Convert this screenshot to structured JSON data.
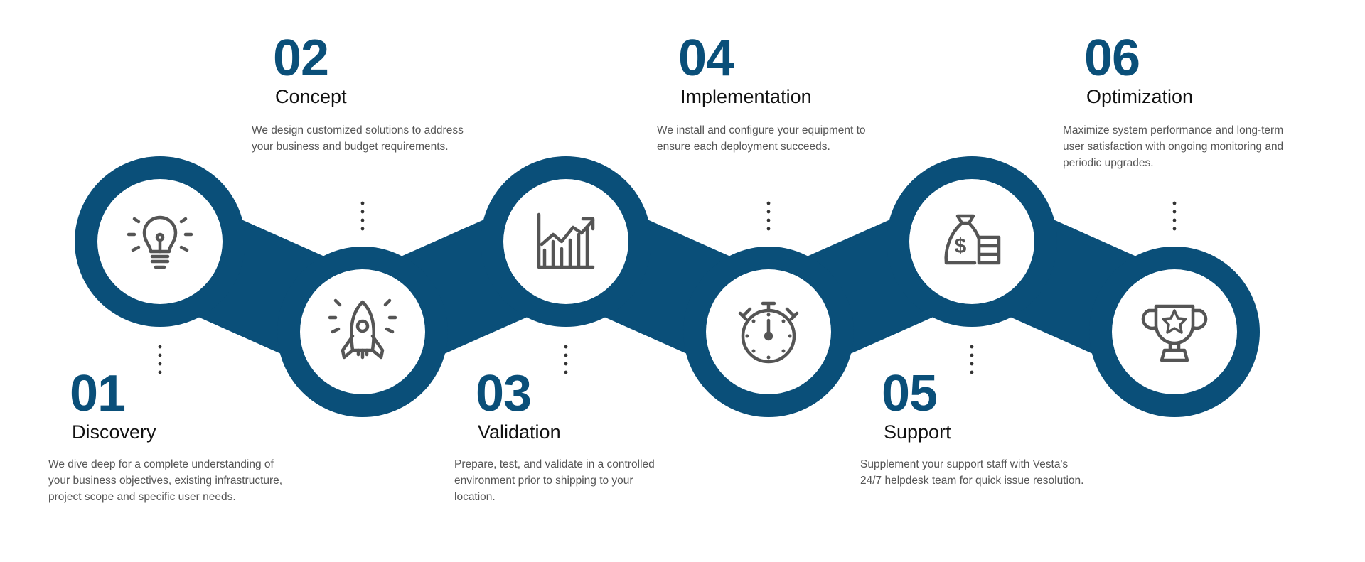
{
  "brand_color": "#0a4f79",
  "icon_color": "#555555",
  "steps": [
    {
      "number": "01",
      "title": "Discovery",
      "icon": "lightbulb-icon",
      "description": "We dive deep for a complete understanding of your business objectives, existing infrastructure, project scope and specific user needs."
    },
    {
      "number": "02",
      "title": "Concept",
      "icon": "rocket-icon",
      "description": "We design customized solutions to address your business and budget requirements."
    },
    {
      "number": "03",
      "title": "Validation",
      "icon": "growth-chart-icon",
      "description": "Prepare, test, and validate in a controlled environment prior to shipping to your location."
    },
    {
      "number": "04",
      "title": "Implementation",
      "icon": "stopwatch-icon",
      "description": "We install and configure your equipment to ensure each deployment succeeds."
    },
    {
      "number": "05",
      "title": "Support",
      "icon": "money-bag-icon",
      "description": "Supplement your support staff with Vesta's 24/7 helpdesk team for quick issue resolution."
    },
    {
      "number": "06",
      "title": "Optimization",
      "icon": "trophy-icon",
      "description": "Maximize system performance and long-term user satisfaction with ongoing monitoring and periodic upgrades."
    }
  ]
}
